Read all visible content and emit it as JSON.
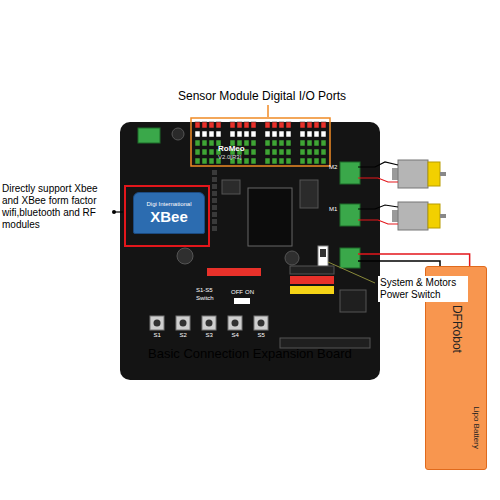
{
  "diagram": {
    "caption": "Basic Connection Expansion Board",
    "nodes": [
      {
        "text": [
          "RoMeo",
          "V2.0[R3]"
        ]
      },
      {
        "text": [
          "Digi International",
          "XBee"
        ],
        "in": 0
      },
      {
        "text": [
          "DFRobot",
          "Lipo Battery"
        ]
      }
    ],
    "edges": [
      {
        "from": 2,
        "to": 0,
        "arrow": "none"
      }
    ],
    "labels": [
      "Sensor Module Digital I/O Ports",
      "Directly support Xbee and XBee form factor wifi,bluetooth and RF modules",
      "System & Motors Power Switch",
      "M2",
      "M1",
      "S1-S5",
      "Switch",
      "OFF",
      "ON",
      "S1",
      "S2",
      "S3",
      "S4",
      "S5"
    ]
  }
}
